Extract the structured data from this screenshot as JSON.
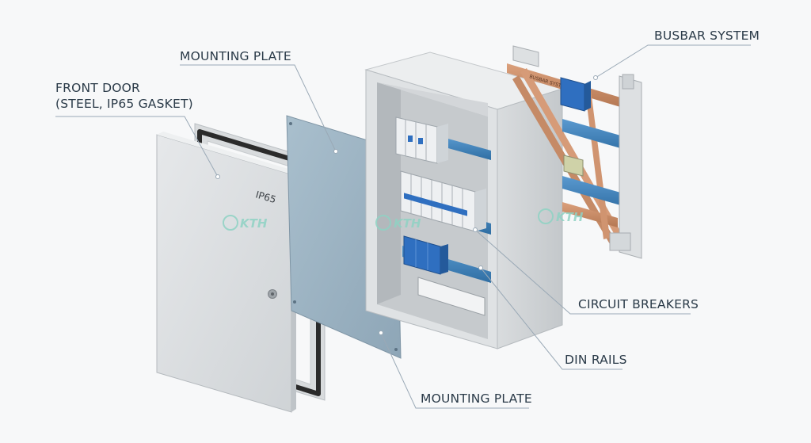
{
  "labels": {
    "front_door_line1": "FRONT DOOR",
    "front_door_line2": "(STEEL, IP65 GASKET)",
    "mounting_plate_top": "MOUNTING PLATE",
    "busbar_system": "BUSBAR SYSTEM",
    "circuit_breakers": "CIRCUIT BREAKERS",
    "din_rails": "DIN RAILS",
    "mounting_plate_bottom": "MOUNTING PLATE"
  },
  "door_marking": "IP65",
  "watermark": "KTH",
  "busbar_print": "BUSBAR SYSTEM",
  "colors": {
    "enclosure": "#e3e5e6",
    "mounting_plate": "#9fb6c6",
    "din_rail": "#3f82b8",
    "busbar_copper": "#c98d6a",
    "breaker_body": "#e8ebee",
    "blue_module": "#2f6fc0",
    "label_text": "#2a3a48",
    "leader_line": "#9aa9b6"
  }
}
